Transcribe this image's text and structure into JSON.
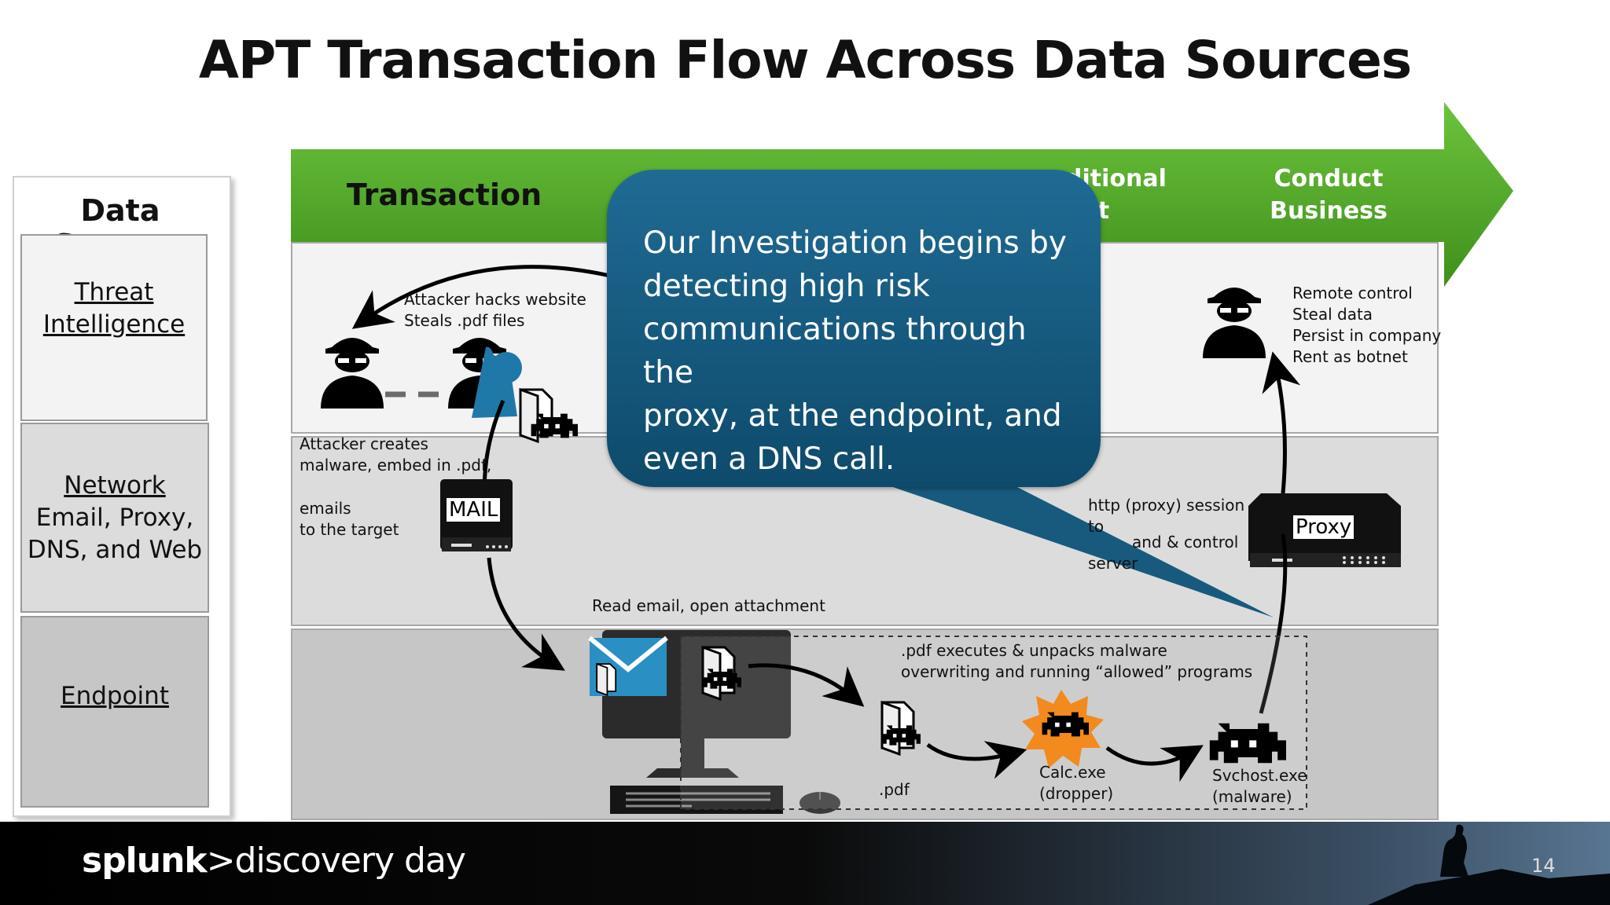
{
  "title": "APT Transaction Flow Across Data Sources",
  "data_sources": {
    "heading": "Data Sources",
    "threat": [
      "Threat",
      "Intelligence"
    ],
    "network": {
      "link": "Network",
      "detail": [
        "Email, Proxy,",
        "DNS, and Web"
      ]
    },
    "endpoint": "Endpoint"
  },
  "stages": {
    "transaction": "Transaction",
    "additional_partial": [
      "ditional",
      "ent"
    ],
    "conduct": [
      "Conduct",
      "Business"
    ]
  },
  "notes": {
    "hack": [
      "Attacker hacks website",
      "Steals .pdf files"
    ],
    "creates": [
      "Attacker creates",
      "malware, embed in .pdf,"
    ],
    "emails": [
      "emails",
      "to the target"
    ],
    "proxy_session": [
      "http (proxy) session",
      "to",
      "and & control",
      "server"
    ],
    "read_email": "Read email, open attachment",
    "pdf_exec": [
      ".pdf executes & unpacks malware",
      "overwriting and running “allowed” programs"
    ],
    "pdf": ".pdf",
    "calc": [
      "Calc.exe",
      "(dropper)"
    ],
    "svchost": [
      "Svchost.exe",
      "(malware)"
    ],
    "remote": [
      "Remote control",
      "Steal data",
      "Persist in company",
      "Rent as botnet"
    ]
  },
  "devices": {
    "mail": "MAIL",
    "proxy": "Proxy"
  },
  "callout": [
    "Our Investigation begins by",
    "detecting high risk",
    "communications through the",
    "proxy, at the endpoint, and",
    "even a DNS call."
  ],
  "footer": {
    "brand_bold": "splunk",
    "brand_rest": ">discovery day",
    "page": "14"
  },
  "colors": {
    "green": "#56a82a",
    "callout": "#145b80",
    "lane1": "#f2f2f2",
    "lane2": "#dcdcdc",
    "lane3": "#c4c4c4"
  },
  "icons": [
    "spy-icon",
    "hacker-icon",
    "document-malware-icon",
    "mail-server-icon",
    "proxy-server-icon",
    "computer-icon",
    "envelope-icon",
    "space-invader-icon",
    "burst-icon",
    "mouse-icon",
    "keyboard-icon"
  ]
}
